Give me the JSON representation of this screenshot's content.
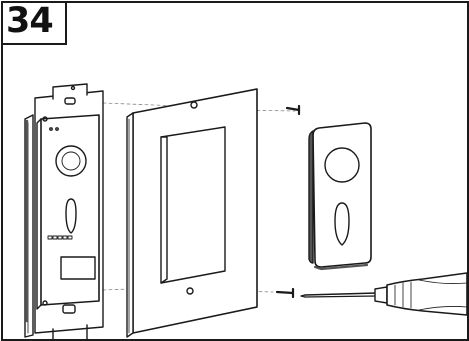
{
  "step": {
    "number": "34"
  },
  "illustration": {
    "parts": [
      "dimmer-switch",
      "wall-plate",
      "mounting-screw-top",
      "mounting-screw-bottom",
      "adapter-faceplate",
      "screwdriver"
    ],
    "line_color": "#1a1a1a",
    "fill_color": "#ffffff",
    "shade_color": "#555555"
  }
}
